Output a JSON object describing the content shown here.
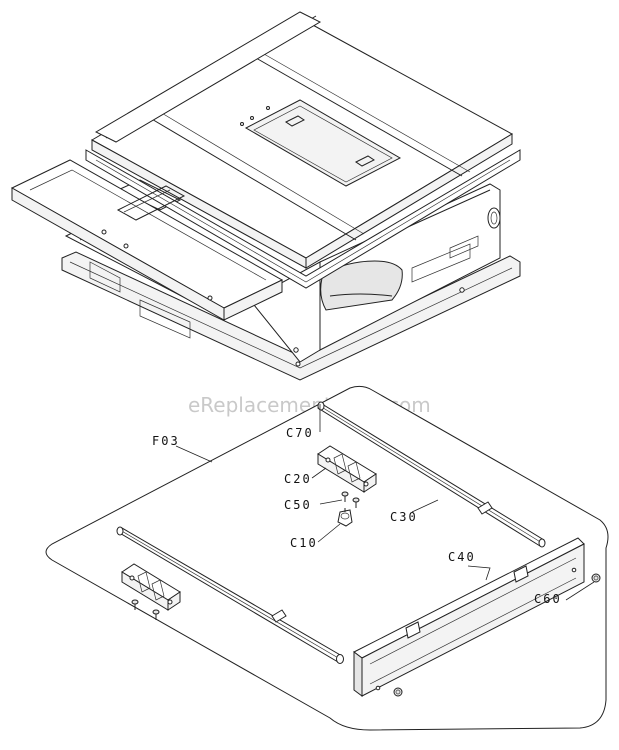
{
  "watermark": "eReplacementParts.com",
  "callouts": {
    "f03": "F03",
    "c70": "C70",
    "c20": "C20",
    "c50": "C50",
    "c10": "C10",
    "c30": "C30",
    "c40": "C40",
    "c60": "C60"
  }
}
